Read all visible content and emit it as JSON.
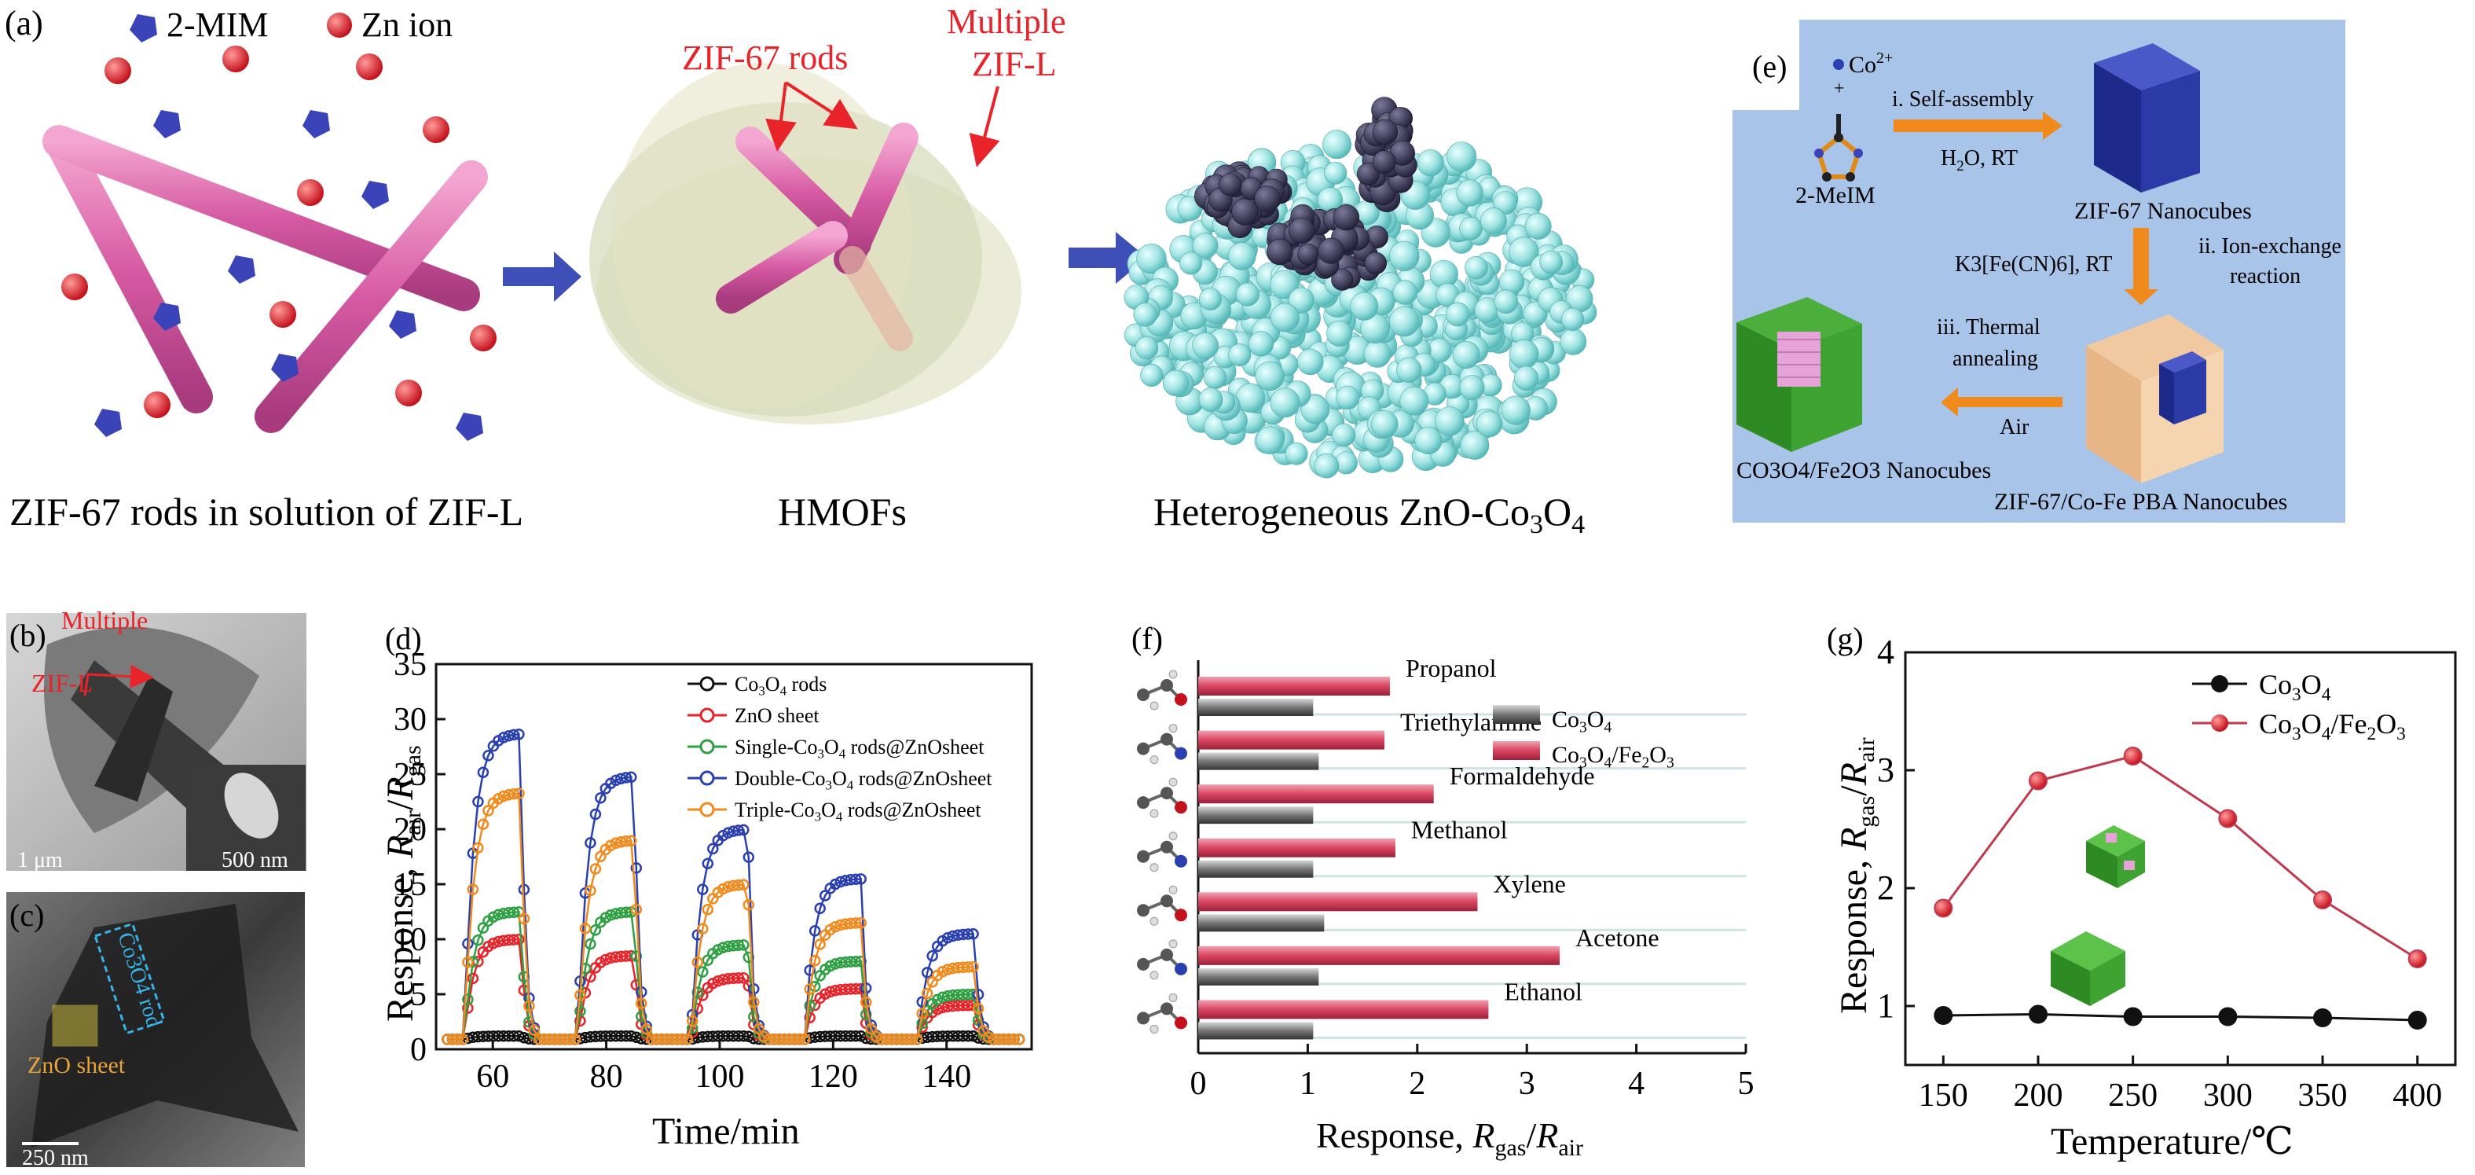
{
  "panel_a": {
    "letter": "(a)",
    "legend_mim": "2-MIM",
    "legend_zn": "Zn ion",
    "label_rods": "ZIF-67 rods",
    "label_multiple_1": "Multiple",
    "label_multiple_2": "ZIF-L",
    "caption_1": "ZIF-67 rods in solution of ZIF-L",
    "caption_2": "HMOFs",
    "caption_3_a": "Heterogeneous ZnO-Co",
    "caption_3_b": "3",
    "caption_3_c": "O",
    "caption_3_d": "4"
  },
  "panel_b": {
    "letter": "(b)",
    "label_1": "Multiple",
    "label_2": "ZIF-L",
    "scale_main": "1 μm",
    "scale_inset": "500 nm"
  },
  "panel_c": {
    "letter": "(c)",
    "rod_label": "Co3O4 rod",
    "sheet_label": "ZnO sheet",
    "scale": "250 nm"
  },
  "panel_e": {
    "letter": "(e)",
    "co": "Co",
    "co_sup": "2+",
    "plus": "+",
    "ligand": "2-MeIM",
    "step1": "i. Self-assembly",
    "step1_cond_a": "H",
    "step1_cond_b": "2",
    "step1_cond_c": "O, RT",
    "nanocubes": "ZIF-67 Nanocubes",
    "step2_reagent": "K3[Fe(CN)6], RT",
    "step2_a": "ii. Ion-exchange",
    "step2_b": "reaction",
    "step3_a": "iii. Thermal",
    "step3_b": "annealing",
    "step3_c": "Air",
    "product": "CO3O4/Fe2O3 Nanocubes",
    "pba": "ZIF-67/Co-Fe PBA Nanocubes"
  },
  "colors": {
    "co3o4_rods": "#111111",
    "zno": "#e8232a",
    "single": "#2ea043",
    "double": "#2a3fb0",
    "triple": "#f08a1c",
    "bar_red": "#d94560",
    "bar_gray": "#777777",
    "panel_e_bg": "#a8c4e8",
    "panel_g_line": "#c0394e"
  },
  "chart_data": [
    {
      "id": "d",
      "letter": "(d)",
      "type": "line",
      "xlabel": "Time/min",
      "ylabel": "Response, Rair/Rgas",
      "xlim": [
        50,
        155
      ],
      "ylim": [
        0,
        35
      ],
      "xticks": [
        60,
        80,
        100,
        120,
        140
      ],
      "yticks": [
        0,
        5,
        10,
        15,
        20,
        25,
        30,
        35
      ],
      "pulses": [
        [
          55,
          65
        ],
        [
          75,
          85
        ],
        [
          95,
          105
        ],
        [
          115,
          125
        ],
        [
          135,
          145
        ]
      ],
      "series": [
        {
          "name": "Co3O4 rods",
          "color": "#111111",
          "peaks": [
            1.2,
            1.2,
            1.2,
            1.2,
            1.2
          ]
        },
        {
          "name": "ZnO sheet",
          "color": "#e8232a",
          "peaks": [
            10,
            8.5,
            6.5,
            5.5,
            4
          ]
        },
        {
          "name": "Single-Co3O4 rods@ZnOsheet",
          "color": "#2ea043",
          "peaks": [
            12.5,
            12.5,
            9.5,
            8,
            5
          ]
        },
        {
          "name": "Double-Co3O4 rods@ZnOsheet",
          "color": "#2a3fb0",
          "peaks": [
            28.7,
            24.8,
            20,
            15.5,
            10.5
          ]
        },
        {
          "name": "Triple-Co3O4 rods@ZnOsheet",
          "color": "#f08a1c",
          "peaks": [
            23.3,
            19,
            15,
            11.5,
            7.5
          ]
        }
      ]
    },
    {
      "id": "f",
      "letter": "(f)",
      "type": "bar",
      "xlabel": "Response, Rgas/Rair",
      "xlim": [
        0,
        5
      ],
      "xticks": [
        0,
        1,
        2,
        3,
        4,
        5
      ],
      "categories": [
        "Propanol",
        "Triethylamine",
        "Formaldehyde",
        "Methanol",
        "Xylene",
        "Acetone",
        "Ethanol"
      ],
      "series": [
        {
          "name": "Co3O4",
          "color": "#777777",
          "values": [
            1.05,
            1.1,
            1.05,
            1.05,
            1.15,
            1.1,
            1.05
          ]
        },
        {
          "name": "Co3O4/Fe2O3",
          "color": "#d94560",
          "values": [
            1.75,
            1.7,
            2.15,
            1.8,
            2.55,
            3.3,
            2.65
          ]
        }
      ]
    },
    {
      "id": "g",
      "letter": "(g)",
      "type": "line",
      "xlabel": "Temperature/℃",
      "ylabel": "Response, Rgas/Rair",
      "xlim": [
        130,
        420
      ],
      "ylim": [
        0.5,
        4
      ],
      "xticks": [
        150,
        200,
        250,
        300,
        350,
        400
      ],
      "yticks": [
        1,
        2,
        3,
        4
      ],
      "x": [
        150,
        200,
        250,
        300,
        350,
        400
      ],
      "series": [
        {
          "name": "Co3O4",
          "color": "#111111",
          "values": [
            0.92,
            0.93,
            0.91,
            0.91,
            0.9,
            0.88
          ]
        },
        {
          "name": "Co3O4/Fe2O3",
          "color": "#c0394e",
          "values": [
            1.83,
            2.91,
            3.12,
            2.59,
            1.9,
            1.4
          ]
        }
      ]
    }
  ]
}
